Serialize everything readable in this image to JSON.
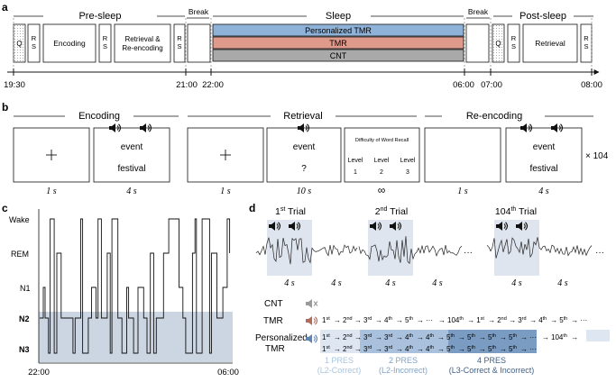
{
  "panel_a": {
    "label": "a",
    "phases": {
      "pre_sleep": "Pre-sleep",
      "break1": "Break",
      "sleep": "Sleep",
      "break2": "Break",
      "post_sleep": "Post-sleep"
    },
    "blocks": {
      "q": "Q",
      "rs": "R\nS",
      "encoding": "Encoding",
      "retrieval_reencoding": "Retrieval &\nRe-encoding",
      "retrieval": "Retrieval"
    },
    "conditions": [
      {
        "name": "Personalized TMR",
        "color": "#8fb2d8"
      },
      {
        "name": "TMR",
        "color": "#df9a8c"
      },
      {
        "name": "CNT",
        "color": "#a9a9a9"
      }
    ],
    "times": [
      "19:30",
      "21:00",
      "22:00",
      "06:00",
      "07:00",
      "08:00"
    ]
  },
  "panel_b": {
    "label": "b",
    "sections": [
      "Encoding",
      "Retrieval",
      "Re-encoding"
    ],
    "word1": "event",
    "word2": "festival",
    "question": "?",
    "difficulty_title": "Difficulty of Word Recall",
    "levels": [
      {
        "top": "Level",
        "num": "1"
      },
      {
        "top": "Level",
        "num": "2"
      },
      {
        "top": "Level",
        "num": "3"
      }
    ],
    "durations": [
      "1 s",
      "4 s",
      "1 s",
      "10 s",
      "∞",
      "1 s",
      "4 s"
    ],
    "repeat": "× 104"
  },
  "panel_c": {
    "label": "c",
    "stages": [
      "Wake",
      "REM",
      "N1",
      "N2",
      "N3"
    ],
    "x_ticks": [
      "22:00",
      "06:00"
    ]
  },
  "panel_d": {
    "label": "d",
    "trials": [
      {
        "num": "1",
        "sup": "st",
        "word": " Trial"
      },
      {
        "num": "2",
        "sup": "nd",
        "word": " Trial"
      },
      {
        "num": "104",
        "sup": "th",
        "word": " Trial"
      }
    ],
    "durations": [
      "4 s",
      "4 s",
      "4 s",
      "4 s",
      "4 s",
      "4 s"
    ],
    "ellipsis": "···",
    "rows": {
      "cnt": "CNT",
      "tmr": "TMR",
      "ptmr_line1": "Personalized",
      "ptmr_line2": "TMR"
    },
    "tmr_sequence": [
      "1",
      "st",
      "2",
      "nd",
      "3",
      "rd",
      "4",
      "th",
      "5",
      "th",
      "104",
      "th",
      "1",
      "st",
      "2",
      "nd",
      "3",
      "rd",
      "4",
      "th",
      "5",
      "th"
    ],
    "pres_labels": [
      {
        "line1": "1 PRES",
        "line2": "(L2-Correct)",
        "color": "#a9c4df"
      },
      {
        "line1": "2 PRES",
        "line2": "(L2-Incorrect)",
        "color": "#7fa3c7"
      },
      {
        "line1": "4 PRES",
        "line2": "(L3-Correct & Incorrect)",
        "color": "#3f5f86"
      }
    ]
  }
}
